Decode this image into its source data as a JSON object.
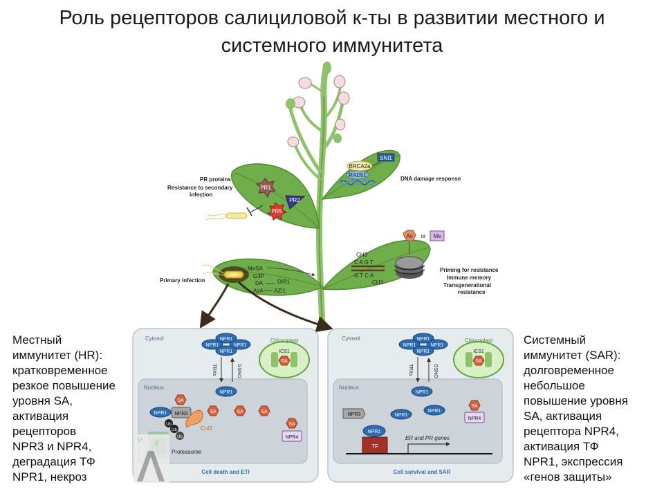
{
  "title_line1": "Роль рецепторов салициловой к-ты в развитии местного и",
  "title_line2": "системного иммунитета",
  "left_text": [
    "Местный",
    "иммунитет (HR):",
    "кратковременное",
    "резкое повышение",
    "уровня SA,",
    "активация",
    "рецепторов",
    "NPR3 и NPR4,",
    "деградация ТФ",
    "NPR1, некроз"
  ],
  "right_text": [
    "Системный",
    "иммунитет (SAR):",
    "долговременное",
    "небольшое",
    "повышение уровня",
    "SA, активация",
    "рецептора NPR4,",
    "активация ТФ",
    "NPR1, экспрессия",
    "«генов защиты»"
  ],
  "plant": {
    "pr_proteins": "PR proteins",
    "resistance_secondary_1": "Resistance to secondary",
    "resistance_secondary_2": "infection",
    "pr1": "PR1",
    "pr2": "PR2",
    "pr5": "PR5",
    "sni1": "SNI1",
    "brca2a": "BRCA2a",
    "rad51": "RAD51",
    "dna_damage": "DNA damage response",
    "ac": "Ac",
    "or": "or",
    "me": "Me",
    "ch3_top": "CH3",
    "seq_top": "C A G T",
    "seq_bottom": "G T C A",
    "ch3_bottom": "CH3",
    "priming": "Priming for resistance",
    "immune_memory": "Immune memory",
    "transgen_1": "Transgenerational",
    "transgen_2": "resistance",
    "primary_infection": "Primary infection",
    "mesa": "MeSA",
    "g3p": "G3P",
    "da": "DA",
    "aza": "AzA",
    "dir1": "DIR1",
    "azi1": "AZI1"
  },
  "cell_left": {
    "cytosol": "Cytosol",
    "chloroplast": "Chloroplast",
    "ics1": "ICS1",
    "sa": "SA",
    "npr1": "NPR1",
    "trxs": "TRXs",
    "gsno": "GSNO",
    "nucleus": "Nucleus",
    "npr3": "NPR3",
    "npr4": "NPR4",
    "cul3": "Cul3",
    "ub": "Ub",
    "proteasome": "Proteasome",
    "caption": "Cell death and ETI"
  },
  "cell_right": {
    "cytosol": "Cytosol",
    "chloroplast": "Chloroplast",
    "ics1": "ICS1",
    "sa": "SA",
    "npr1": "NPR1",
    "trxs": "TRXs",
    "gsno": "GSNO",
    "nucleus": "Nucleus",
    "npr3": "NPR3",
    "npr4": "NPR4",
    "tf": "TF",
    "genes": "ER and PR genes",
    "caption": "Cell survival and SAR"
  },
  "colors": {
    "leaf": "#6fae4a",
    "leaf_light": "#9ccd78",
    "npr": "#2f6db3",
    "sa": "#d9603b",
    "cell": "#e6ebee",
    "nucleus": "#cdd4d9"
  }
}
